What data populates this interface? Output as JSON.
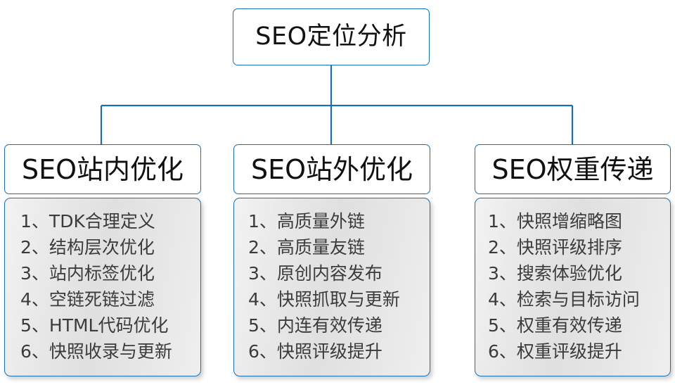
{
  "diagram": {
    "type": "hierarchy-tree",
    "line_color": "#1a6fb4",
    "root": {
      "label": "SEO定位分析"
    },
    "index_separator": "、",
    "branches": [
      {
        "header": "SEO站内优化",
        "items": [
          {
            "index": "1",
            "text": "TDK合理定义"
          },
          {
            "index": "2",
            "text": "结构层次优化"
          },
          {
            "index": "3",
            "text": "站内标签优化"
          },
          {
            "index": "4",
            "text": "空链死链过滤"
          },
          {
            "index": "5",
            "text": "HTML代码优化"
          },
          {
            "index": "6",
            "text": "快照收录与更新"
          }
        ]
      },
      {
        "header": "SEO站外优化",
        "items": [
          {
            "index": "1",
            "text": "高质量外链"
          },
          {
            "index": "2",
            "text": "高质量友链"
          },
          {
            "index": "3",
            "text": "原创内容发布"
          },
          {
            "index": "4",
            "text": "快照抓取与更新"
          },
          {
            "index": "5",
            "text": "内连有效传递"
          },
          {
            "index": "6",
            "text": "快照评级提升"
          }
        ]
      },
      {
        "header": "SEO权重传递",
        "items": [
          {
            "index": "1",
            "text": "快照增缩略图"
          },
          {
            "index": "2",
            "text": "快照评级排序"
          },
          {
            "index": "3",
            "text": "搜索体验优化"
          },
          {
            "index": "4",
            "text": "检索与目标访问"
          },
          {
            "index": "5",
            "text": "权重有效传递"
          },
          {
            "index": "6",
            "text": "权重评级提升"
          }
        ]
      }
    ]
  }
}
